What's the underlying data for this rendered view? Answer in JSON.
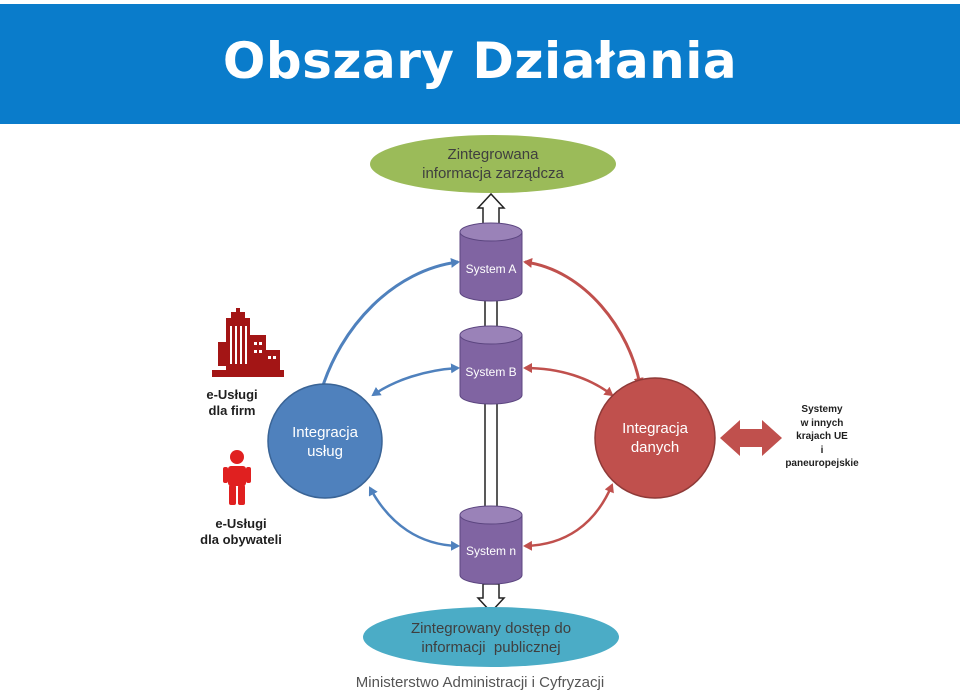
{
  "header": {
    "title": "Obszary Działania"
  },
  "top_oval": {
    "line1": "Zintegrowana",
    "line2": "informacja zarządcza"
  },
  "systems": [
    {
      "label": "System A"
    },
    {
      "label": "System B"
    },
    {
      "label": "System n"
    }
  ],
  "left_circle": {
    "line1": "Integracja",
    "line2": "usług"
  },
  "right_circle": {
    "line1": "Integracja",
    "line2": "danych"
  },
  "left_labels": {
    "firms": {
      "line1": "e-Usługi",
      "line2": "dla firm"
    },
    "citizens": {
      "line1": "e-Usługi",
      "line2": "dla obywateli"
    }
  },
  "right_label": {
    "lines": [
      "Systemy",
      "w innych",
      "krajach UE",
      "i",
      "paneuropejskie"
    ]
  },
  "bottom_oval": {
    "line1": "Zintegrowany dostęp do",
    "line2": "informacji  publicznej"
  },
  "footer": {
    "text": "Ministerstwo Administracji i Cyfryzacji"
  },
  "colors": {
    "header_bg": "#0a7ccb",
    "top_oval": "#9bbb59",
    "bottom_oval": "#4bacc6",
    "system": "#8064a2",
    "left_circle": "#4f81bd",
    "right_circle": "#c0504d",
    "blue_arrow": "#4f81bd",
    "red_arrow": "#c0504d",
    "building": "#a31515",
    "person": "#e02020"
  }
}
